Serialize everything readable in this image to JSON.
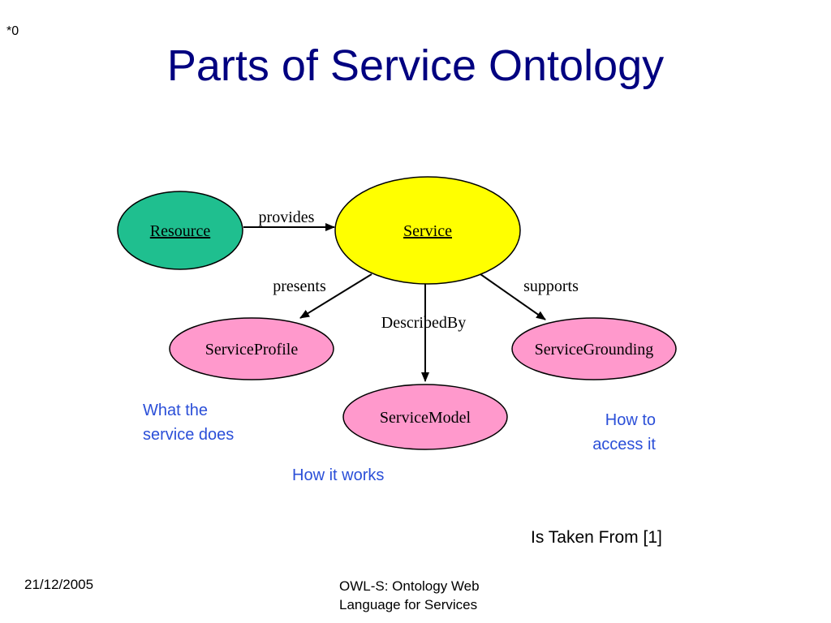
{
  "slide": {
    "number": "*0",
    "title": "Parts of Service Ontology"
  },
  "diagram": {
    "nodes": {
      "resource": "Resource",
      "service": "Service",
      "profile": "ServiceProfile",
      "model": "ServiceModel",
      "grounding": "ServiceGrounding"
    },
    "edges": {
      "provides": "provides",
      "presents": "presents",
      "described_by": "DescribedBy",
      "supports": "supports"
    },
    "notes": {
      "profile": [
        "What the",
        "service does"
      ],
      "model": [
        "How it works"
      ],
      "grounding": [
        "How to",
        "access it"
      ]
    },
    "colors": {
      "resource": "#1fbf8f",
      "service": "#ffff00",
      "sub_nodes": "#ff99cc",
      "notes": "#2b4fd8",
      "title": "#000080"
    }
  },
  "source": "Is Taken From [1]",
  "footer": {
    "date": "21/12/2005",
    "title": "OWL-S: Ontology Web Language for Services"
  }
}
